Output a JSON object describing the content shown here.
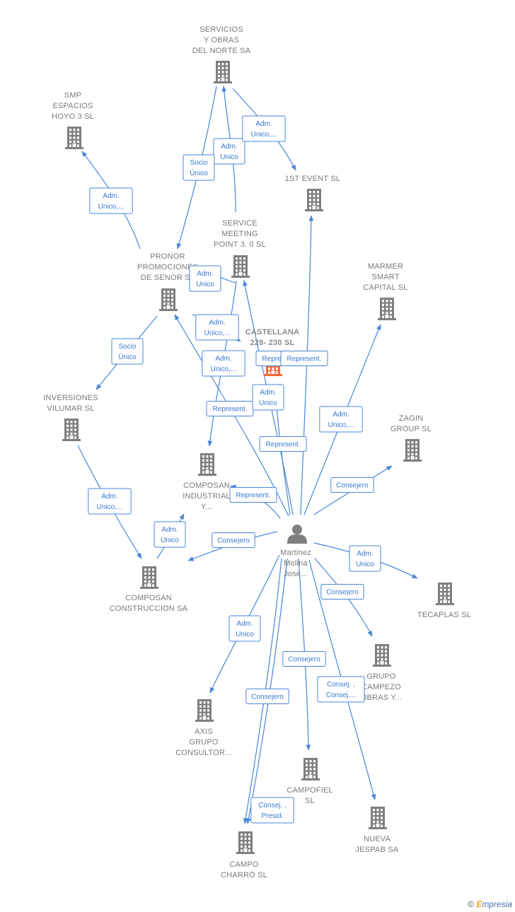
{
  "colors": {
    "edge": "#4a86d8",
    "building": "#7f7f7f",
    "focus": "#f26a3a",
    "person": "#7f7f7f",
    "label": "#7a7a7a"
  },
  "nodes": [
    {
      "id": "servicios",
      "type": "company",
      "lines": [
        "SERVICIOS",
        "Y OBRAS",
        "DEL NORTE SA"
      ]
    },
    {
      "id": "smp",
      "type": "company",
      "lines": [
        "SMP",
        "ESPACIOS",
        "HOYO 3  SL"
      ]
    },
    {
      "id": "firstevent",
      "type": "company",
      "lines": [
        "1ST EVENT SL"
      ]
    },
    {
      "id": "servicemeeting",
      "type": "company",
      "lines": [
        "SERVICE",
        "MEETING",
        "POINT 3. 0 SL"
      ]
    },
    {
      "id": "pronor",
      "type": "company",
      "lines": [
        "PRONOR",
        "PROMOCIONES",
        "DE SENOR  SL"
      ]
    },
    {
      "id": "marmer",
      "type": "company",
      "lines": [
        "MARMER",
        "SMART",
        "CAPITAL  SL"
      ]
    },
    {
      "id": "castellana",
      "type": "focus",
      "lines": [
        "CASTELLANA",
        "228- 230  SL"
      ]
    },
    {
      "id": "inversiones",
      "type": "company",
      "lines": [
        "INVERSIONES",
        "VILUMAR  SL"
      ]
    },
    {
      "id": "zagin",
      "type": "company",
      "lines": [
        "ZAGIN",
        "GROUP SL"
      ]
    },
    {
      "id": "composanind",
      "type": "company",
      "lines": [
        "COMPOSAN",
        "INDUSTRIAL",
        "Y..."
      ]
    },
    {
      "id": "martinez",
      "type": "person",
      "lines": [
        "Martinez",
        "Molina",
        "Jose..."
      ]
    },
    {
      "id": "composancon",
      "type": "company",
      "lines": [
        "COMPOSAN",
        "CONSTRUCCION SA"
      ]
    },
    {
      "id": "tecaplas",
      "type": "company",
      "lines": [
        "TECAPLAS SL"
      ]
    },
    {
      "id": "grupocampezo",
      "type": "company",
      "lines": [
        "GRUPO",
        "CAMPEZO",
        "OBRAS Y..."
      ]
    },
    {
      "id": "axis",
      "type": "company",
      "lines": [
        "AXIS",
        "GRUPO",
        "CONSULTOR..."
      ]
    },
    {
      "id": "campofiel",
      "type": "company",
      "lines": [
        "CAMPOFIEL",
        "SL"
      ]
    },
    {
      "id": "nuevajespab",
      "type": "company",
      "lines": [
        "NUEVA",
        "JESPAB SA"
      ]
    },
    {
      "id": "campocharro",
      "type": "company",
      "lines": [
        "CAMPO",
        "CHARRO SL"
      ]
    }
  ],
  "edges": [
    {
      "id": "e1",
      "from": "servicemeeting",
      "to": "servicios",
      "labels": [
        "Adm.",
        "Unico"
      ]
    },
    {
      "id": "e2",
      "from": "servicios",
      "to": "pronor",
      "labels": [
        "Socio",
        "Único"
      ]
    },
    {
      "id": "e3",
      "from": "servicios",
      "to": "firstevent",
      "labels": [
        "Adm.",
        "Unico,..."
      ]
    },
    {
      "id": "e4",
      "from": "pronor",
      "to": "smp",
      "labels": [
        "Adm.",
        "Unico,..."
      ]
    },
    {
      "id": "e5",
      "from": "servicemeeting",
      "to": "pronor",
      "labels": [
        "Adm.",
        "Unico"
      ]
    },
    {
      "id": "e6",
      "from": "pronor",
      "to": "inversiones",
      "labels": [
        "Socio",
        "Único"
      ]
    },
    {
      "id": "e7",
      "from": "pronor",
      "to": "castellana",
      "labels": [
        "Adm.",
        "Unico,..."
      ]
    },
    {
      "id": "e8",
      "from": "servicemeeting",
      "to": "composanind",
      "labels": [
        "Adm.",
        "Unico,..."
      ]
    },
    {
      "id": "e9",
      "from": "martinez",
      "to": "pronor",
      "labels": [
        "Represent."
      ]
    },
    {
      "id": "e10",
      "from": "martinez",
      "to": "castellana",
      "labels": [
        "Adm.",
        "Unico"
      ]
    },
    {
      "id": "e11",
      "from": "martinez",
      "to": "servicemeeting",
      "labels": [
        "Represent."
      ]
    },
    {
      "id": "e12",
      "from": "martinez",
      "to": "firstevent",
      "labels": [
        "Represent."
      ]
    },
    {
      "id": "e13",
      "from": "martinez",
      "to": "marmer",
      "labels": [
        "Adm.",
        "Unico,..."
      ]
    },
    {
      "id": "e14",
      "from": "martinez",
      "to": "zagin",
      "labels": [
        "Consejero"
      ]
    },
    {
      "id": "e15",
      "from": "martinez",
      "to": "composanind",
      "labels": [
        "Represent."
      ]
    },
    {
      "id": "e16",
      "from": "martinez",
      "to": "composancon",
      "labels": [
        "Consejero"
      ]
    },
    {
      "id": "e17",
      "from": "inversiones",
      "to": "composancon",
      "labels": [
        "Adm.",
        "Unico,..."
      ]
    },
    {
      "id": "e18",
      "from": "composancon",
      "to": "composanind",
      "labels": [
        "Adm.",
        "Unico"
      ]
    },
    {
      "id": "e19",
      "from": "martinez",
      "to": "tecaplas",
      "labels": [
        "Adm.",
        "Unico"
      ]
    },
    {
      "id": "e20",
      "from": "martinez",
      "to": "grupocampezo",
      "labels": [
        "Consejero"
      ]
    },
    {
      "id": "e21",
      "from": "martinez",
      "to": "axis",
      "labels": [
        "Adm.",
        "Unico"
      ]
    },
    {
      "id": "e22",
      "from": "martinez",
      "to": "campofiel",
      "labels": [
        "Consejero"
      ]
    },
    {
      "id": "e23",
      "from": "martinez",
      "to": "nuevajespab",
      "labels": [
        "Consej. ,",
        "Consej...."
      ]
    },
    {
      "id": "e24",
      "from": "martinez",
      "to": "campocharro",
      "labels": [
        "Consejero"
      ]
    },
    {
      "id": "e25",
      "from": "martinez",
      "to": "campocharro",
      "labels": [
        "Consej. ,",
        "Presid."
      ]
    },
    {
      "id": "e26",
      "from": "castellana",
      "to": "castellana",
      "labels": [
        "Represent."
      ]
    }
  ],
  "brand": {
    "symbol": "©",
    "e": "E",
    "rest": "mpresia"
  }
}
